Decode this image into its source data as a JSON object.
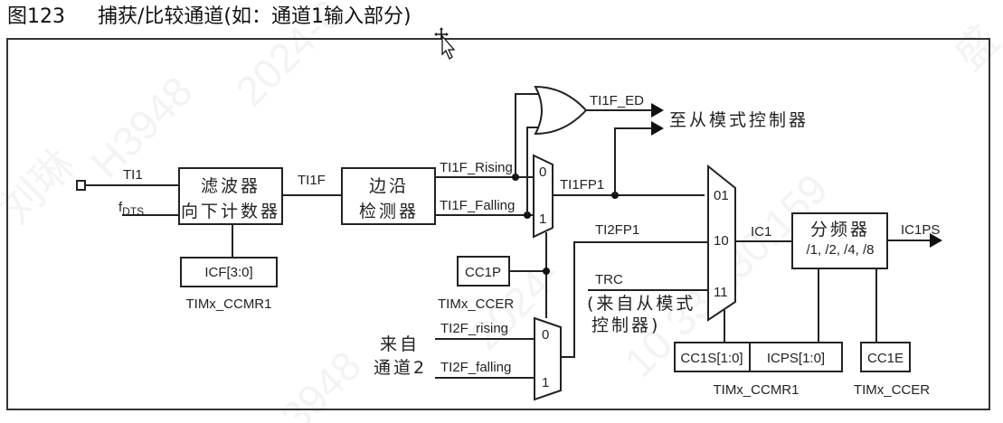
{
  "figure": {
    "number": "图123",
    "caption": "捕获/比较通道(如：通道1输入部分)"
  },
  "blocks": {
    "filter": {
      "line1": "滤波器",
      "line2": "向下计数器"
    },
    "edge_detector": {
      "line1": "边沿",
      "line2": "检测器"
    },
    "prescaler": {
      "line1": "分频器",
      "line2": "/1, /2, /4, /8"
    }
  },
  "registers": {
    "icf": {
      "field": "ICF[3:0]",
      "register": "TIMx_CCMR1"
    },
    "cc1p": {
      "field": "CC1P",
      "register": "TIMx_CCER"
    },
    "cc1s": {
      "field": "CC1S[1:0]"
    },
    "icps": {
      "field": "ICPS[1:0]"
    },
    "ccmr1_bottom": {
      "register": "TIMx_CCMR1"
    },
    "cc1e": {
      "field": "CC1E",
      "register": "TIMx_CCER"
    }
  },
  "signals": {
    "ti1": "TI1",
    "fdts": "f",
    "fdts_sub": "DTS",
    "ti1f": "TI1F",
    "ti1f_rising": "TI1F_Rising",
    "ti1f_falling": "TI1F_Falling",
    "ti1f_ed": "TI1F_ED",
    "ti1fp1": "TI1FP1",
    "ti2fp1": "TI2FP1",
    "trc": "TRC",
    "trc_note_line1": "(来自从模式",
    "trc_note_line2": "控制器)",
    "ti2f_rising": "TI2F_rising",
    "ti2f_falling": "TI2F_falling",
    "ic1": "IC1",
    "ic1ps": "IC1PS",
    "to_slave_mode": "至从模式控制器",
    "from_channel2_line1": "来自",
    "from_channel2_line2": "通道2"
  },
  "muxes": {
    "polarity_mux": {
      "in0": "0",
      "in1": "1"
    },
    "ti2_mux": {
      "in0": "0",
      "in1": "1"
    },
    "ic_select_mux": {
      "in01": "01",
      "in10": "10",
      "in11": "11"
    }
  },
  "watermarks": [
    "H3948",
    "2024-0",
    "10.33.130.159",
    "2024-",
    "3948",
    "盛",
    "刘琳"
  ]
}
